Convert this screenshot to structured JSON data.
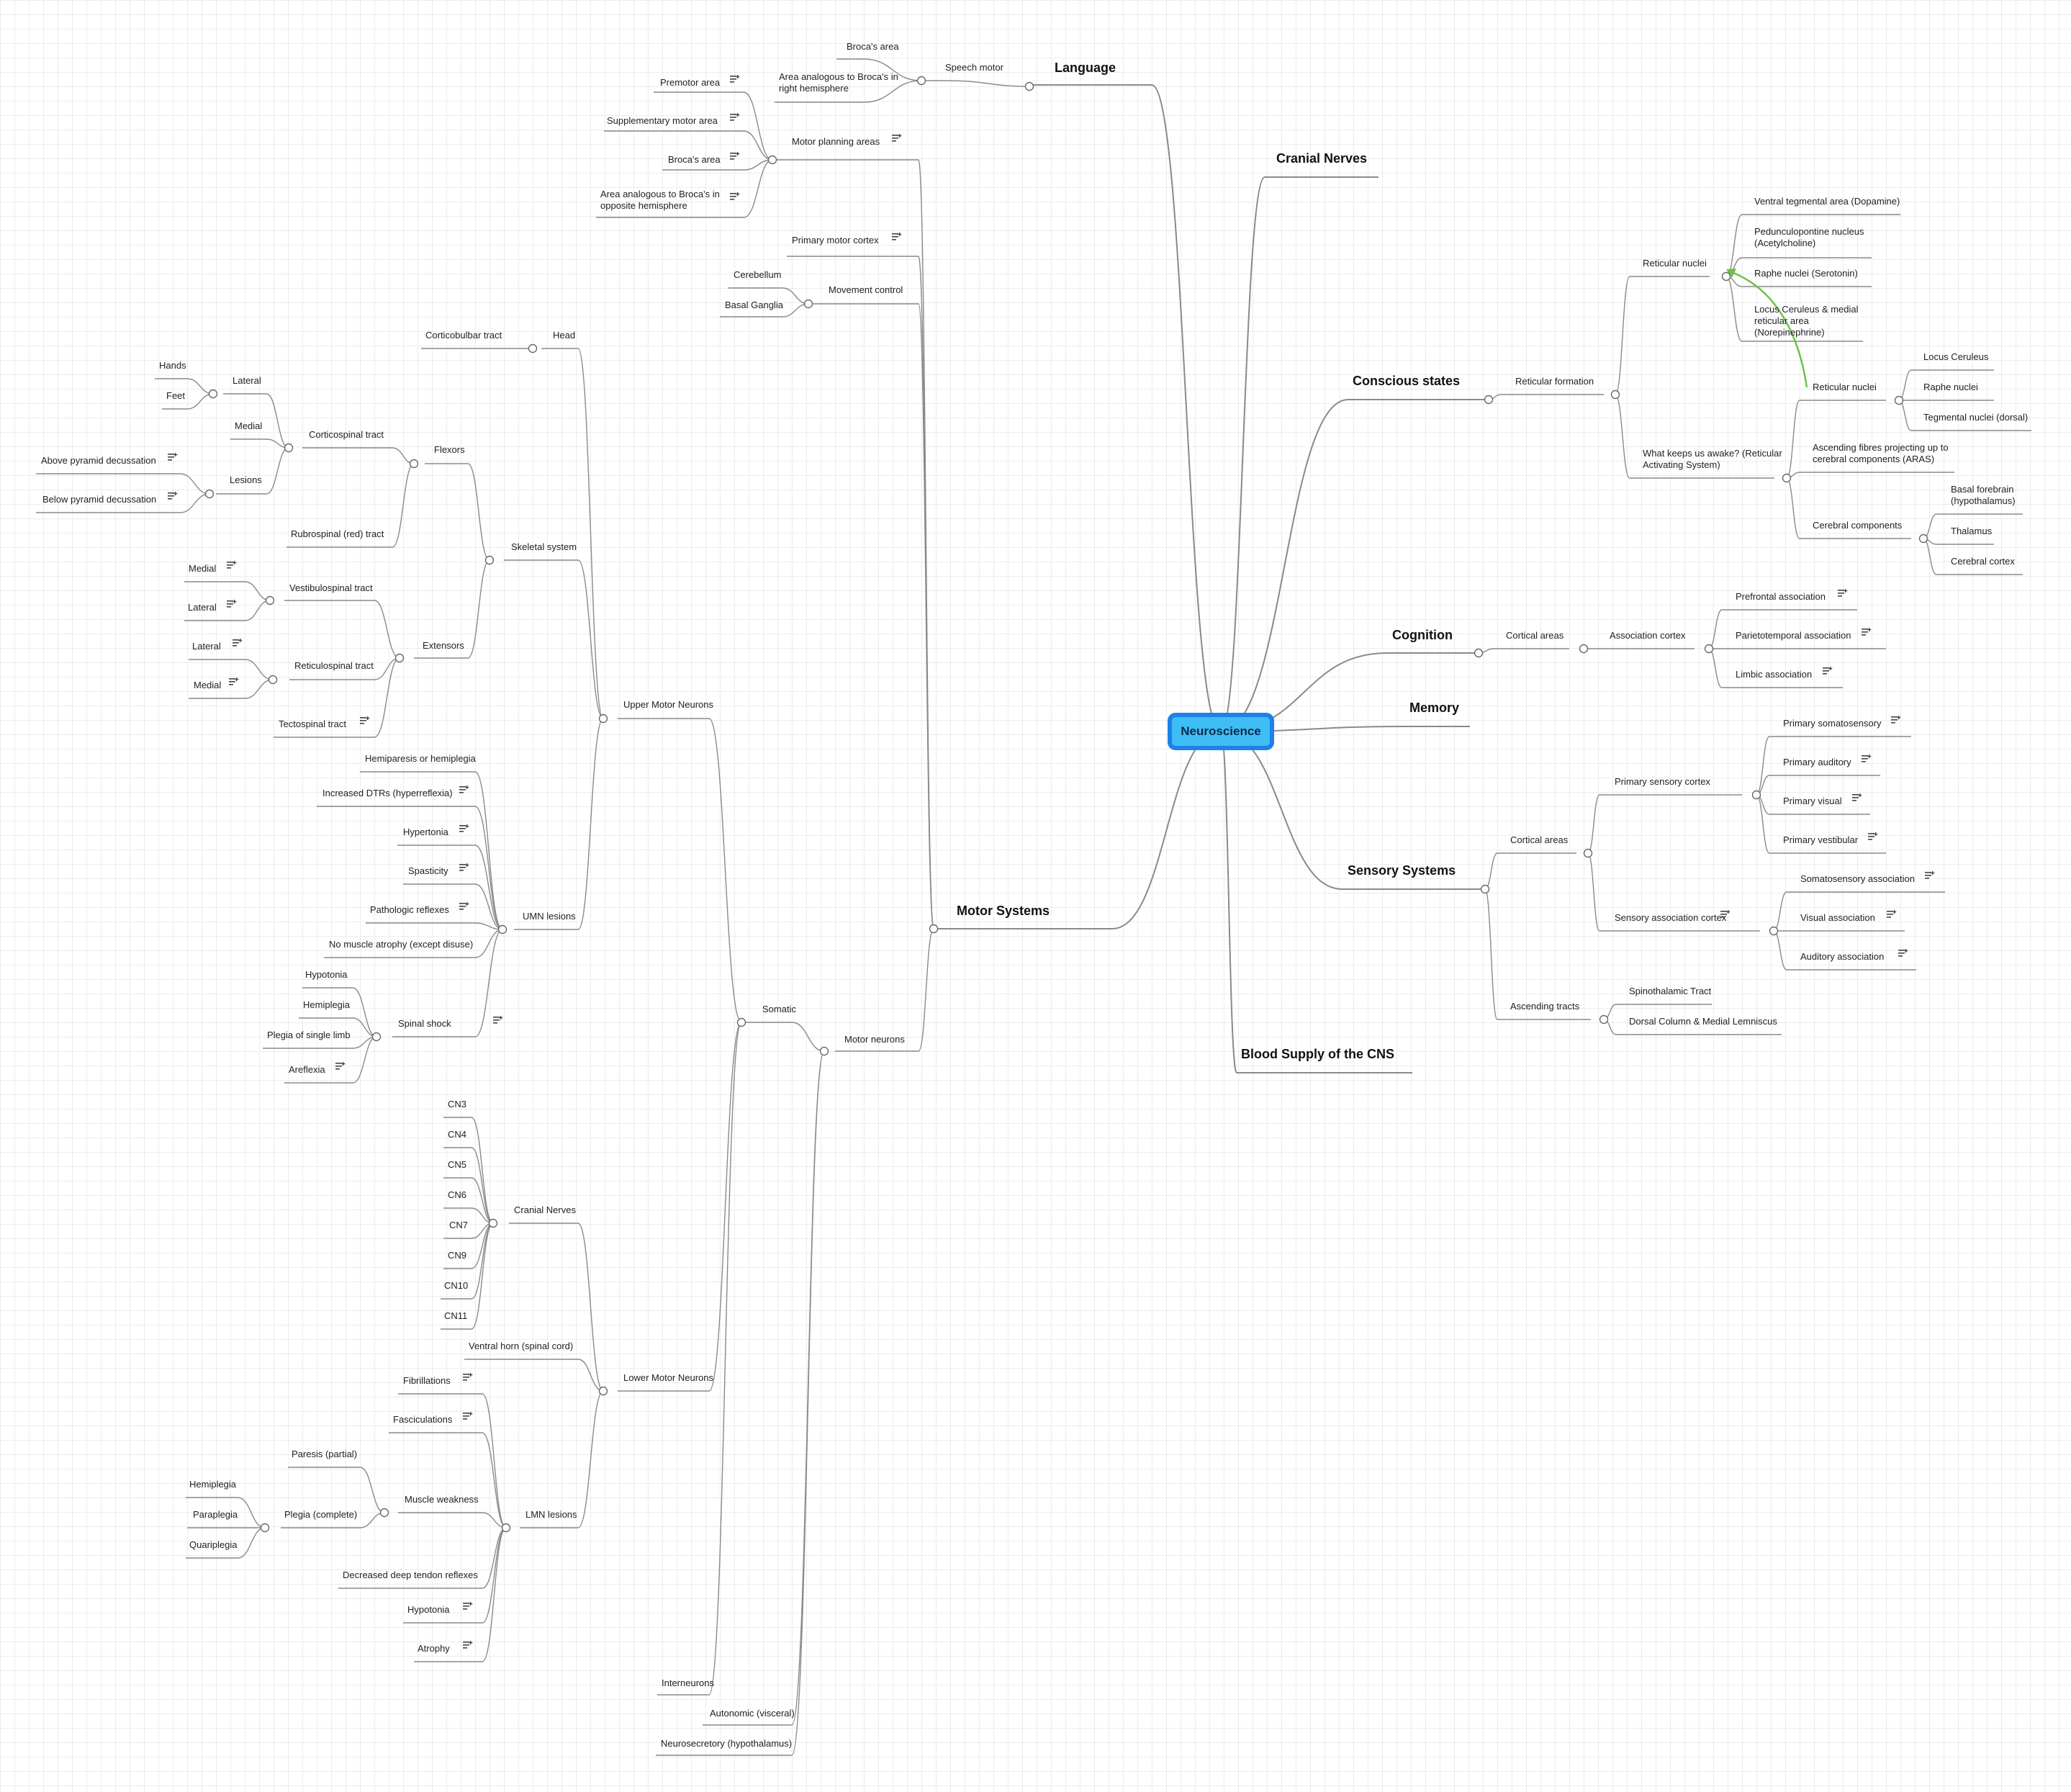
{
  "central": "Neuroscience",
  "topics": {
    "language": "Language",
    "cranial_nerves": "Cranial Nerves",
    "conscious_states": "Conscious states",
    "cognition": "Cognition",
    "memory": "Memory",
    "sensory_systems": "Sensory Systems",
    "blood_supply": "Blood Supply of the CNS",
    "motor_systems": "Motor Systems"
  },
  "language": {
    "speech_motor": "Speech motor",
    "brocas_area": "Broca's area",
    "area_analogous_right": "Area analogous to Broca's in right hemisphere"
  },
  "conscious": {
    "reticular_formation": "Reticular formation",
    "reticular_nuclei": "Reticular nuclei",
    "vta": "Ventral tegmental area (Dopamine)",
    "pedunculopontine": "Pedunculopontine nucleus (Acetylcholine)",
    "raphe_serotonin": "Raphe nuclei (Serotonin)",
    "locus_medial": "Locus Ceruleus & medial reticular area (Norepinephrine)",
    "what_keeps_awake": "What keeps us awake? (Reticular Activating System)",
    "ras_reticular_nuclei": "Reticular nuclei",
    "locus_ceruleus": "Locus Ceruleus",
    "raphe_nuclei": "Raphe nuclei",
    "tegmental_nuclei": "Tegmental nuclei (dorsal)",
    "ascending_fibres": "Ascending fibres projecting up to cerebral components (ARAS)",
    "cerebral_components": "Cerebral components",
    "basal_forebrain": "Basal forebrain (hypothalamus)",
    "thalamus": "Thalamus",
    "cerebral_cortex": "Cerebral cortex"
  },
  "cognition": {
    "cortical_areas": "Cortical areas",
    "association_cortex": "Association cortex",
    "prefrontal": "Prefrontal association",
    "parietotemporal": "Parietotemporal association",
    "limbic": "Limbic association"
  },
  "sensory": {
    "cortical_areas": "Cortical areas",
    "primary_sensory_cortex": "Primary sensory cortex",
    "primary_somatosensory": "Primary somatosensory",
    "primary_auditory": "Primary auditory",
    "primary_visual": "Primary visual",
    "primary_vestibular": "Primary vestibular",
    "sensory_association_cortex": "Sensory association cortex",
    "somatosensory_association": "Somatosensory association",
    "visual_association": "Visual association",
    "auditory_association": "Auditory association",
    "ascending_tracts": "Ascending tracts",
    "spinothalamic": "Spinothalamic Tract",
    "dorsal_column": "Dorsal Column & Medial Lemniscus"
  },
  "motor": {
    "motor_planning_areas": "Motor planning areas",
    "premotor_area": "Premotor area",
    "supplementary_motor_area": "Supplementary motor area",
    "brocas_area": "Broca's area",
    "area_analogous_opposite": "Area analogous to Broca's in opposite hemisphere",
    "primary_motor_cortex": "Primary motor cortex",
    "movement_control": "Movement control",
    "cerebellum": "Cerebellum",
    "basal_ganglia": "Basal Ganglia",
    "motor_neurons": "Motor neurons",
    "somatic": "Somatic",
    "autonomic": "Autonomic (visceral)",
    "neurosecretory": "Neurosecretory (hypothalamus)",
    "upper_motor_neurons": "Upper Motor Neurons",
    "lower_motor_neurons": "Lower Motor Neurons",
    "interneurons": "Interneurons",
    "head": "Head",
    "corticobulbar": "Corticobulbar tract",
    "skeletal_system": "Skeletal system",
    "flexors": "Flexors",
    "corticospinal": "Corticospinal tract",
    "lateral": "Lateral",
    "hands": "Hands",
    "feet": "Feet",
    "medial": "Medial",
    "lesions": "Lesions",
    "above_pyramid": "Above pyramid decussation",
    "below_pyramid": "Below pyramid decussation",
    "rubrospinal": "Rubrospinal (red) tract",
    "extensors": "Extensors",
    "vestibulospinal": "Vestibulospinal tract",
    "vs_medial": "Medial",
    "vs_lateral": "Lateral",
    "reticulospinal": "Reticulospinal tract",
    "rs_lateral": "Lateral",
    "rs_medial": "Medial",
    "tectospinal": "Tectospinal tract",
    "umn_lesions": "UMN lesions",
    "hemiparesis": "Hemiparesis or hemiplegia",
    "increased_dtrs": "Increased DTRs (hyperreflexia)",
    "hypertonia": "Hypertonia",
    "spasticity": "Spasticity",
    "pathologic_reflexes": "Pathologic reflexes",
    "no_muscle_atrophy": "No muscle atrophy (except disuse)",
    "spinal_shock": "Spinal shock",
    "ss_hypotonia": "Hypotonia",
    "ss_hemiplegia": "Hemiplegia",
    "plegia_single_limb": "Plegia of single limb",
    "areflexia": "Areflexia",
    "lmn_cranial_nerves": "Cranial Nerves",
    "cn3": "CN3",
    "cn4": "CN4",
    "cn5": "CN5",
    "cn6": "CN6",
    "cn7": "CN7",
    "cn9": "CN9",
    "cn10": "CN10",
    "cn11": "CN11",
    "ventral_horn": "Ventral horn (spinal cord)",
    "lmn_lesions": "LMN lesions",
    "fibrillations": "Fibrillations",
    "fasciculations": "Fasciculations",
    "muscle_weakness": "Muscle weakness",
    "paresis": "Paresis (partial)",
    "plegia_complete": "Plegia (complete)",
    "hemiplegia": "Hemiplegia",
    "paraplegia": "Paraplegia",
    "quariplegia": "Quariplegia",
    "decreased_dtr": "Decreased deep tendon reflexes",
    "lmn_hypotonia": "Hypotonia",
    "atrophy": "Atrophy"
  },
  "colors": {
    "central_fill": "#3fbdf5",
    "central_border": "#1a82e8",
    "line": "#8a8a8a",
    "relationship": "#6cc24a",
    "grid": "#ececec"
  },
  "icons": {
    "note": "note-icon",
    "collapse": "collapse-circle-icon"
  }
}
